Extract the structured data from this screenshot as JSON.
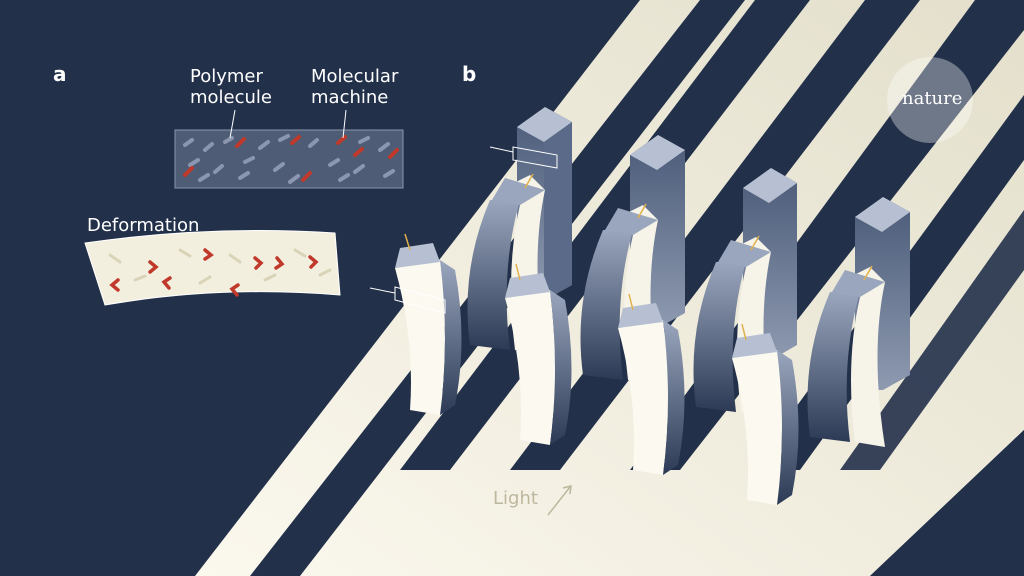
{
  "panels": {
    "a": "a",
    "b": "b"
  },
  "labels": {
    "polymer_line1": "Polymer",
    "polymer_line2": "molecule",
    "machine_line1": "Molecular",
    "machine_line2": "machine",
    "deformation": "Deformation",
    "light": "Light"
  },
  "logo": {
    "text": "nature"
  },
  "colors": {
    "background": "#22304a",
    "light_band": "#e6e1cf",
    "machine": "#c0392b",
    "arrow": "#e0b04a"
  }
}
